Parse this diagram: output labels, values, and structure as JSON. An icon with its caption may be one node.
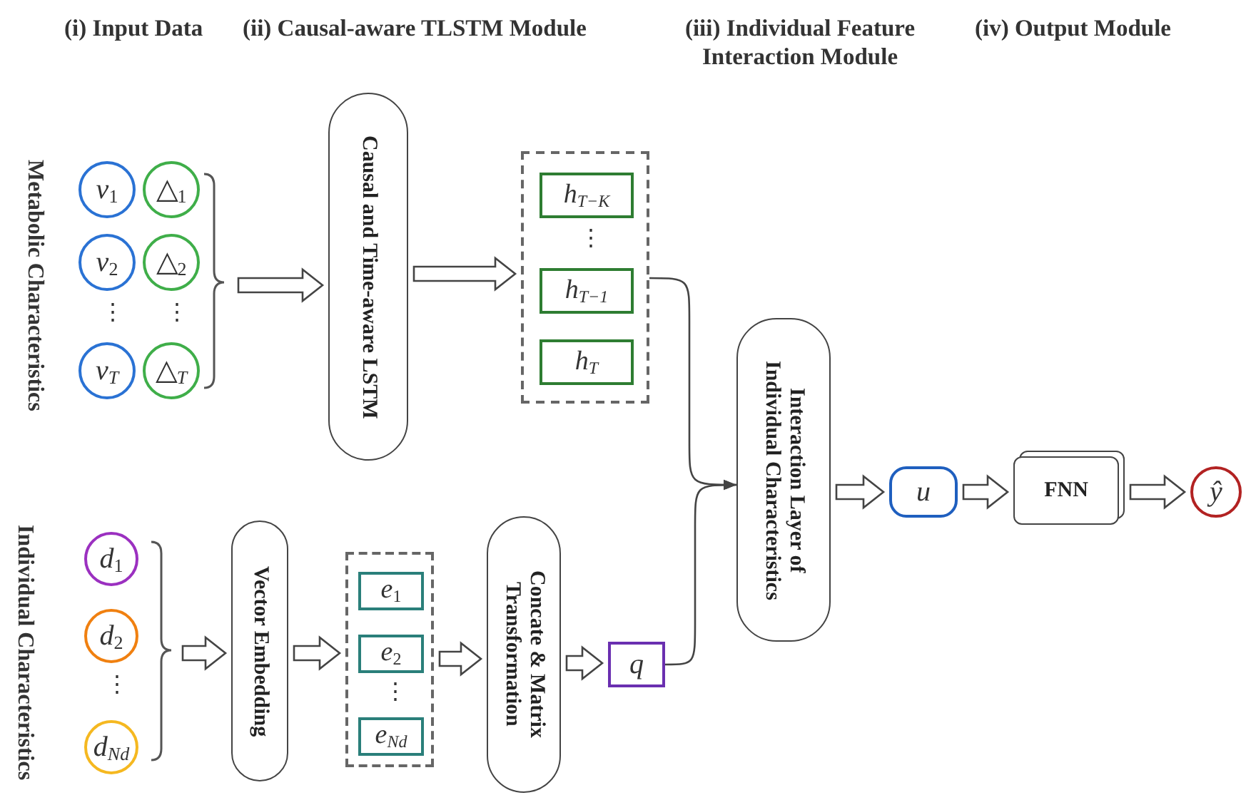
{
  "diagram": {
    "nodes": [
      {
        "text": [
          "*v*$_{1}$"
        ]
      },
      {
        "text": [
          "△$_{1}$"
        ]
      },
      {
        "text": [
          "*v*$_{2}$"
        ]
      },
      {
        "text": [
          "△$_{2}$"
        ]
      },
      {
        "text": [
          "*v*$_{T}$"
        ]
      },
      {
        "text": [
          "△$_{T}$"
        ]
      },
      {
        "text": [
          "Causal and Time-aware LSTM"
        ]
      },
      {
        "text": [],
        "shape": "box"
      },
      {
        "text": [
          "*h*$_{T−K}$"
        ],
        "in": 7
      },
      {
        "text": [
          "*h*$_{T−1}$"
        ],
        "in": 7
      },
      {
        "text": [
          "*h*$_{T}$"
        ],
        "in": 7
      },
      {
        "text": [
          "Interaction Layer of Individual Characteristics"
        ]
      },
      {
        "text": [
          "u"
        ]
      },
      {
        "text": [
          "FNN"
        ]
      },
      {
        "text": [
          "ŷ"
        ]
      },
      {
        "text": [
          "*d*$_{1}$"
        ]
      },
      {
        "text": [
          "*d*$_{2}$"
        ]
      },
      {
        "text": [
          "*d*$_{Nd}$"
        ]
      },
      {
        "text": [
          "Vector Embedding"
        ]
      },
      {
        "text": [],
        "shape": "box"
      },
      {
        "text": [
          "*e*$_{1}$"
        ],
        "in": 19
      },
      {
        "text": [
          "*e*$_{2}$"
        ],
        "in": 19
      },
      {
        "text": [
          "*e*$_{Nd}$"
        ],
        "in": 19
      },
      {
        "text": [
          "Concate & Matrix Transformation"
        ]
      },
      {
        "text": [
          "q"
        ]
      }
    ],
    "edges": [
      {
        "from": null,
        "to": 6,
        "arrow": "to"
      },
      {
        "from": 6,
        "to": 7,
        "arrow": "to"
      },
      {
        "from": 7,
        "to": 11,
        "arrow": "to"
      },
      {
        "from": 24,
        "to": 11,
        "arrow": "to"
      },
      {
        "from": 11,
        "to": 12,
        "arrow": "to"
      },
      {
        "from": 12,
        "to": 13,
        "arrow": "to"
      },
      {
        "from": 13,
        "to": 14,
        "arrow": "to"
      },
      {
        "from": null,
        "to": 18,
        "arrow": "to"
      },
      {
        "from": 18,
        "to": 19,
        "arrow": "to"
      },
      {
        "from": 19,
        "to": 23,
        "arrow": "to"
      },
      {
        "from": 23,
        "to": 24,
        "arrow": "to"
      }
    ],
    "labels": [
      "(i) Input Data",
      "(ii) Causal-aware TLSTM Module",
      "(iii) Individual Feature Interaction Module",
      "(iv) Output Module",
      "Metabolic Characteristics",
      "⋮",
      "⋮",
      "⋮",
      "Individual Characteristics",
      "⋮",
      "⋮"
    ]
  }
}
